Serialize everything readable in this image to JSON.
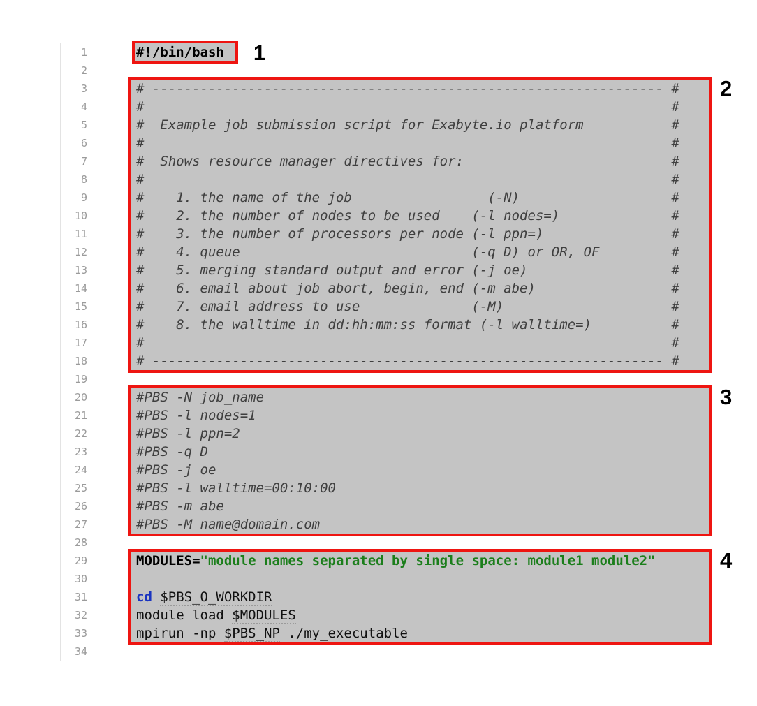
{
  "view": {
    "description": "Example PBS job submission bash script shown in a line-numbered code viewer with four red numbered annotation callouts"
  },
  "colors": {
    "annotation_red": "#ee1511",
    "highlight_gray": "#c4c4c4",
    "comment_gray": "#3f3f3f",
    "string_green": "#1b7e1b",
    "keyword_blue": "#1a34c0",
    "line_number_gray": "#9b9b9b",
    "code_black": "#111111"
  },
  "annotations": {
    "sections": [
      {
        "label": "1",
        "from": 1,
        "to": 1,
        "inline": true
      },
      {
        "label": "2",
        "from": 3,
        "to": 18
      },
      {
        "label": "3",
        "from": 20,
        "to": 27
      },
      {
        "label": "4",
        "from": 29,
        "to": 33
      }
    ]
  },
  "code": {
    "lines": [
      {
        "n": 1,
        "s": [
          {
            "t": "#!/bin/bash",
            "c": "shebang"
          }
        ]
      },
      {
        "n": 2,
        "s": []
      },
      {
        "n": 3,
        "s": [
          {
            "t": "# ----------------------------------------------------------------",
            "c": "comment"
          },
          {
            "t": "#",
            "c": "comment",
            "col": 67
          }
        ]
      },
      {
        "n": 4,
        "s": [
          {
            "t": "#",
            "c": "comment"
          },
          {
            "t": "#",
            "c": "comment",
            "col": 67
          }
        ]
      },
      {
        "n": 5,
        "s": [
          {
            "t": "#  Example job submission script for Exabyte.io platform",
            "c": "comment"
          },
          {
            "t": "#",
            "c": "comment",
            "col": 67
          }
        ]
      },
      {
        "n": 6,
        "s": [
          {
            "t": "#",
            "c": "comment"
          },
          {
            "t": "#",
            "c": "comment",
            "col": 67
          }
        ]
      },
      {
        "n": 7,
        "s": [
          {
            "t": "#  Shows resource manager directives for:",
            "c": "comment"
          },
          {
            "t": "#",
            "c": "comment",
            "col": 67
          }
        ]
      },
      {
        "n": 8,
        "s": [
          {
            "t": "#",
            "c": "comment"
          },
          {
            "t": "#",
            "c": "comment",
            "col": 67
          }
        ]
      },
      {
        "n": 9,
        "s": [
          {
            "t": "#    1. the name of the job",
            "c": "comment"
          },
          {
            "t": "(-N)",
            "c": "comment",
            "col": 44
          },
          {
            "t": "#",
            "c": "comment",
            "col": 67
          }
        ]
      },
      {
        "n": 10,
        "s": [
          {
            "t": "#    2. the number of nodes to be used",
            "c": "comment"
          },
          {
            "t": "(-l nodes=)",
            "c": "comment",
            "col": 42
          },
          {
            "t": "#",
            "c": "comment",
            "col": 67
          }
        ]
      },
      {
        "n": 11,
        "s": [
          {
            "t": "#    3. the number of processors per node",
            "c": "comment"
          },
          {
            "t": "(-l ppn=)",
            "c": "comment",
            "col": 42
          },
          {
            "t": "#",
            "c": "comment",
            "col": 67
          }
        ]
      },
      {
        "n": 12,
        "s": [
          {
            "t": "#    4. queue",
            "c": "comment"
          },
          {
            "t": "(-q D) or OR, OF",
            "c": "comment",
            "col": 42
          },
          {
            "t": "#",
            "c": "comment",
            "col": 67
          }
        ]
      },
      {
        "n": 13,
        "s": [
          {
            "t": "#    5. merging standard output and error",
            "c": "comment"
          },
          {
            "t": "(-j oe)",
            "c": "comment",
            "col": 42
          },
          {
            "t": "#",
            "c": "comment",
            "col": 67
          }
        ]
      },
      {
        "n": 14,
        "s": [
          {
            "t": "#    6. email about job abort, begin, end",
            "c": "comment"
          },
          {
            "t": "(-m abe)",
            "c": "comment",
            "col": 42
          },
          {
            "t": "#",
            "c": "comment",
            "col": 67
          }
        ]
      },
      {
        "n": 15,
        "s": [
          {
            "t": "#    7. email address to use",
            "c": "comment"
          },
          {
            "t": "(-M)",
            "c": "comment",
            "col": 42
          },
          {
            "t": "#",
            "c": "comment",
            "col": 67
          }
        ]
      },
      {
        "n": 16,
        "s": [
          {
            "t": "#    8. the walltime in dd:hh:mm:ss format",
            "c": "comment"
          },
          {
            "t": "(-l walltime=)",
            "c": "comment",
            "col": 43
          },
          {
            "t": "#",
            "c": "comment",
            "col": 67
          }
        ]
      },
      {
        "n": 17,
        "s": [
          {
            "t": "#",
            "c": "comment"
          },
          {
            "t": "#",
            "c": "comment",
            "col": 67
          }
        ]
      },
      {
        "n": 18,
        "s": [
          {
            "t": "# ----------------------------------------------------------------",
            "c": "comment"
          },
          {
            "t": "#",
            "c": "comment",
            "col": 67
          }
        ]
      },
      {
        "n": 19,
        "s": []
      },
      {
        "n": 20,
        "s": [
          {
            "t": "#PBS -N job_name",
            "c": "comment"
          }
        ]
      },
      {
        "n": 21,
        "s": [
          {
            "t": "#PBS -l nodes=1",
            "c": "comment"
          }
        ]
      },
      {
        "n": 22,
        "s": [
          {
            "t": "#PBS -l ppn=2",
            "c": "comment"
          }
        ]
      },
      {
        "n": 23,
        "s": [
          {
            "t": "#PBS -q D",
            "c": "comment"
          }
        ]
      },
      {
        "n": 24,
        "s": [
          {
            "t": "#PBS -j oe",
            "c": "comment"
          }
        ]
      },
      {
        "n": 25,
        "s": [
          {
            "t": "#PBS -l walltime=00:10:00",
            "c": "comment"
          }
        ]
      },
      {
        "n": 26,
        "s": [
          {
            "t": "#PBS -m abe",
            "c": "comment"
          }
        ]
      },
      {
        "n": 27,
        "s": [
          {
            "t": "#PBS -M name@domain.com",
            "c": "comment"
          }
        ]
      },
      {
        "n": 28,
        "s": []
      },
      {
        "n": 29,
        "s": [
          {
            "t": "MODULES=",
            "c": "assign"
          },
          {
            "t": "\"module names separated by single space: module1 module2\"",
            "c": "string"
          }
        ]
      },
      {
        "n": 30,
        "s": []
      },
      {
        "n": 31,
        "s": [
          {
            "t": "cd",
            "c": "kw"
          },
          {
            "t": " ",
            "c": "plain"
          },
          {
            "t": "$PBS_O_WORKDIR",
            "c": "var"
          }
        ]
      },
      {
        "n": 32,
        "s": [
          {
            "t": "module load ",
            "c": "plain"
          },
          {
            "t": "$MODULES",
            "c": "var"
          }
        ]
      },
      {
        "n": 33,
        "s": [
          {
            "t": "mpirun -np ",
            "c": "plain"
          },
          {
            "t": "$PBS_NP",
            "c": "var"
          },
          {
            "t": " ./my_executable",
            "c": "plain"
          }
        ]
      },
      {
        "n": 34,
        "s": []
      }
    ]
  }
}
